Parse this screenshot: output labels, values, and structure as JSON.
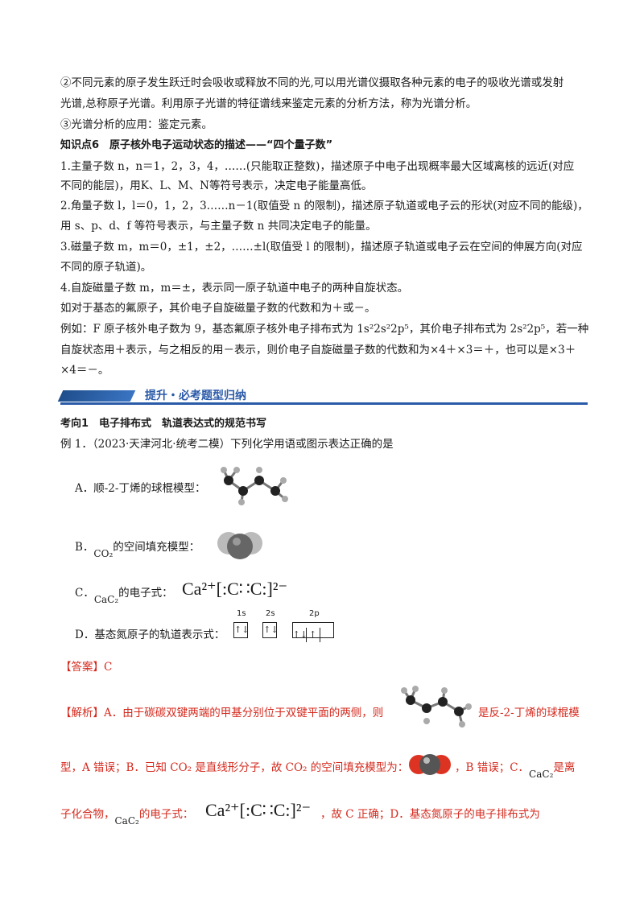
{
  "p1": "②不同元素的原子发生跃迁时会吸收或释放不同的光,可以用光谱仪摄取各种元素的电子的吸收光谱或发射",
  "p1b": "光谱,总称原子光谱。利用原子光谱的特征谱线来鉴定元素的分析方法，称为光谱分析。",
  "p2": "③光谱分析的应用：鉴定元素。",
  "kp_title": "知识点6　原子核外电子运动状态的描述——“四个量子数”",
  "q1a": "1.主量子数 n，n＝1，2，3，4，……(只能取正整数)，描述原子中电子出现概率最大区域离核的远近(对应",
  "q1b": "不同的能层)，用K、L、M、N等符号表示，决定电子能量高低。",
  "q2a": "2.角量子数 l，l＝0，1，2，3……n－1(取值受 n 的限制)，描述原子轨道或电子云的形状(对应不同的能级)，",
  "q2b": "用 s、p、d、f 等符号表示，与主量子数 n 共同决定电子的能量。",
  "q3a": "3.磁量子数 m，m＝0，±1，±2，……±l(取值受 l 的限制)，描述原子轨道或电子云在空间的伸展方向(对应",
  "q3b": "不同的原子轨道)。",
  "q4": "4.自旋磁量子数 m，m＝±，表示同一原子轨道中电子的两种自旋状态。",
  "q5": "如对于基态的氟原子，其价电子自旋磁量子数的代数和为＋或－。",
  "ex_a": "例如：F 原子核外电子数为 9，基态氟原子核外电子排布式为 1s²2s²2p⁵，其价电子排布式为 2s²2p⁵，若一种",
  "ex_b": "自旋状态用＋表示，与之相反的用－表示，则价电子自旋磁量子数的代数和为×4＋×3＝＋，也可以是×3＋",
  "ex_c": "×4＝－。",
  "banner": "提升・必考题型归纳",
  "dir_title": "考向1　电子排布式　轨道表达式的规范书写",
  "example": "例 1．（2023·天津河北·统考二模）下列化学用语或图示表达正确的是",
  "optA": "A．顺-2-丁烯的球棍模型：",
  "optB_pre": "B．",
  "optB_chem": "CO₂",
  "optB_post": "的空间填充模型：",
  "optC_pre": "C．",
  "optC_chem": "CaC₂",
  "optC_post": "的电子式：",
  "optD": "D．基态氮原子的轨道表示式：",
  "formula": "Ca²⁺[:C∷C:]²⁻",
  "orb_labels": [
    "1s",
    "2s",
    "2p"
  ],
  "answer": "【答案】C",
  "ana1_pre": "【解析】A．由于碳碳双键两端的甲基分别位于双键平面的两侧，则",
  "ana1_post": "是反-2-丁烯的球棍模",
  "ana2_pre": "型，A 错误；B．已知 CO₂ 是直线形分子，故 CO₂ 的空间填充模型为：",
  "ana2_mid": "，B 错误；C．",
  "ana2_chem": "CaC₂",
  "ana2_post": "是离",
  "ana3_pre": "子化合物，",
  "ana3_chem": "CaC₂",
  "ana3_mid": "的电子式：",
  "ana3_post": "，故 C 正确；D．基态氮原子的电子排布式为"
}
